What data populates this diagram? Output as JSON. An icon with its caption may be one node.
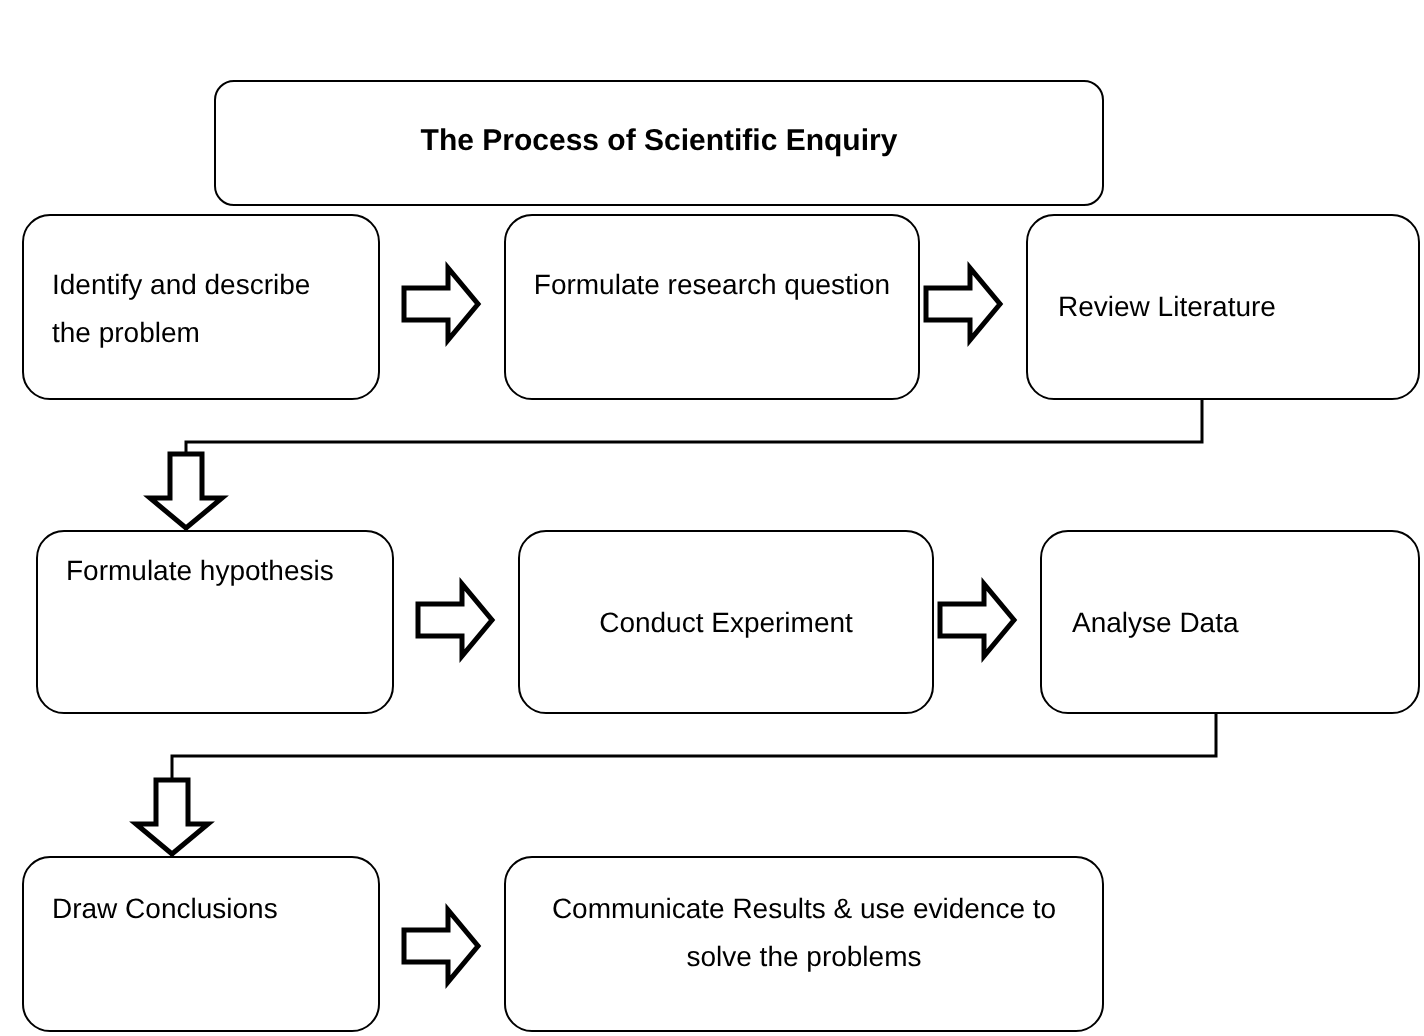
{
  "diagram": {
    "title": "The Process of Scientific Enquiry",
    "nodes": [
      {
        "text": [
          "Identify and describe the problem"
        ]
      },
      {
        "text": [
          "Formulate research question"
        ]
      },
      {
        "text": [
          "Review Literature"
        ]
      },
      {
        "text": [
          "Formulate hypothesis"
        ]
      },
      {
        "text": [
          "Conduct Experiment"
        ]
      },
      {
        "text": [
          "Analyse Data"
        ]
      },
      {
        "text": [
          "Draw Conclusions"
        ]
      },
      {
        "text": [
          "Communicate Results & use evidence to solve the problems"
        ]
      }
    ],
    "edges": [
      {
        "from": 0,
        "to": 1,
        "arrow": "to"
      },
      {
        "from": 1,
        "to": 2,
        "arrow": "to"
      },
      {
        "from": 2,
        "to": 3,
        "arrow": "to"
      },
      {
        "from": 3,
        "to": 4,
        "arrow": "to"
      },
      {
        "from": 4,
        "to": 5,
        "arrow": "to"
      },
      {
        "from": 5,
        "to": 6,
        "arrow": "to"
      },
      {
        "from": 6,
        "to": 7,
        "arrow": "to"
      }
    ]
  }
}
